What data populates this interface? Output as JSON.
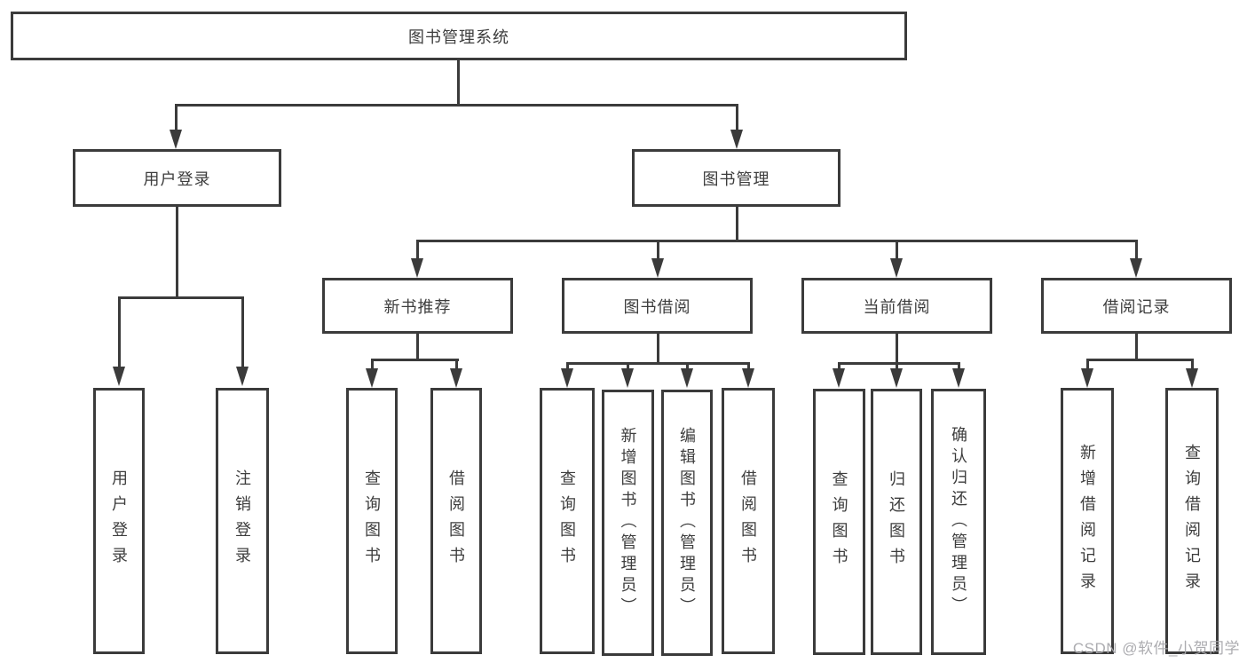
{
  "diagram": {
    "tree": {
      "label": "图书管理系统",
      "children": [
        {
          "label": "用户登录",
          "children": [
            {
              "label": "用户登录"
            },
            {
              "label": "注销登录"
            }
          ]
        },
        {
          "label": "图书管理",
          "children": [
            {
              "label": "新书推荐",
              "children": [
                {
                  "label": "查询图书"
                },
                {
                  "label": "借阅图书"
                }
              ]
            },
            {
              "label": "图书借阅",
              "children": [
                {
                  "label": "查询图书"
                },
                {
                  "label": "新增图书（管理员）"
                },
                {
                  "label": "编辑图书（管理员）"
                },
                {
                  "label": "借阅图书"
                }
              ]
            },
            {
              "label": "当前借阅",
              "children": [
                {
                  "label": "查询图书"
                },
                {
                  "label": "归还图书"
                },
                {
                  "label": "确认归还（管理员）"
                }
              ]
            },
            {
              "label": "借阅记录",
              "children": [
                {
                  "label": "新增借阅记录"
                },
                {
                  "label": "查询借阅记录"
                }
              ]
            }
          ]
        }
      ]
    },
    "line_color": "#3b3b3b",
    "watermark": {
      "text": "CSDN @软件_小贺同学"
    }
  }
}
